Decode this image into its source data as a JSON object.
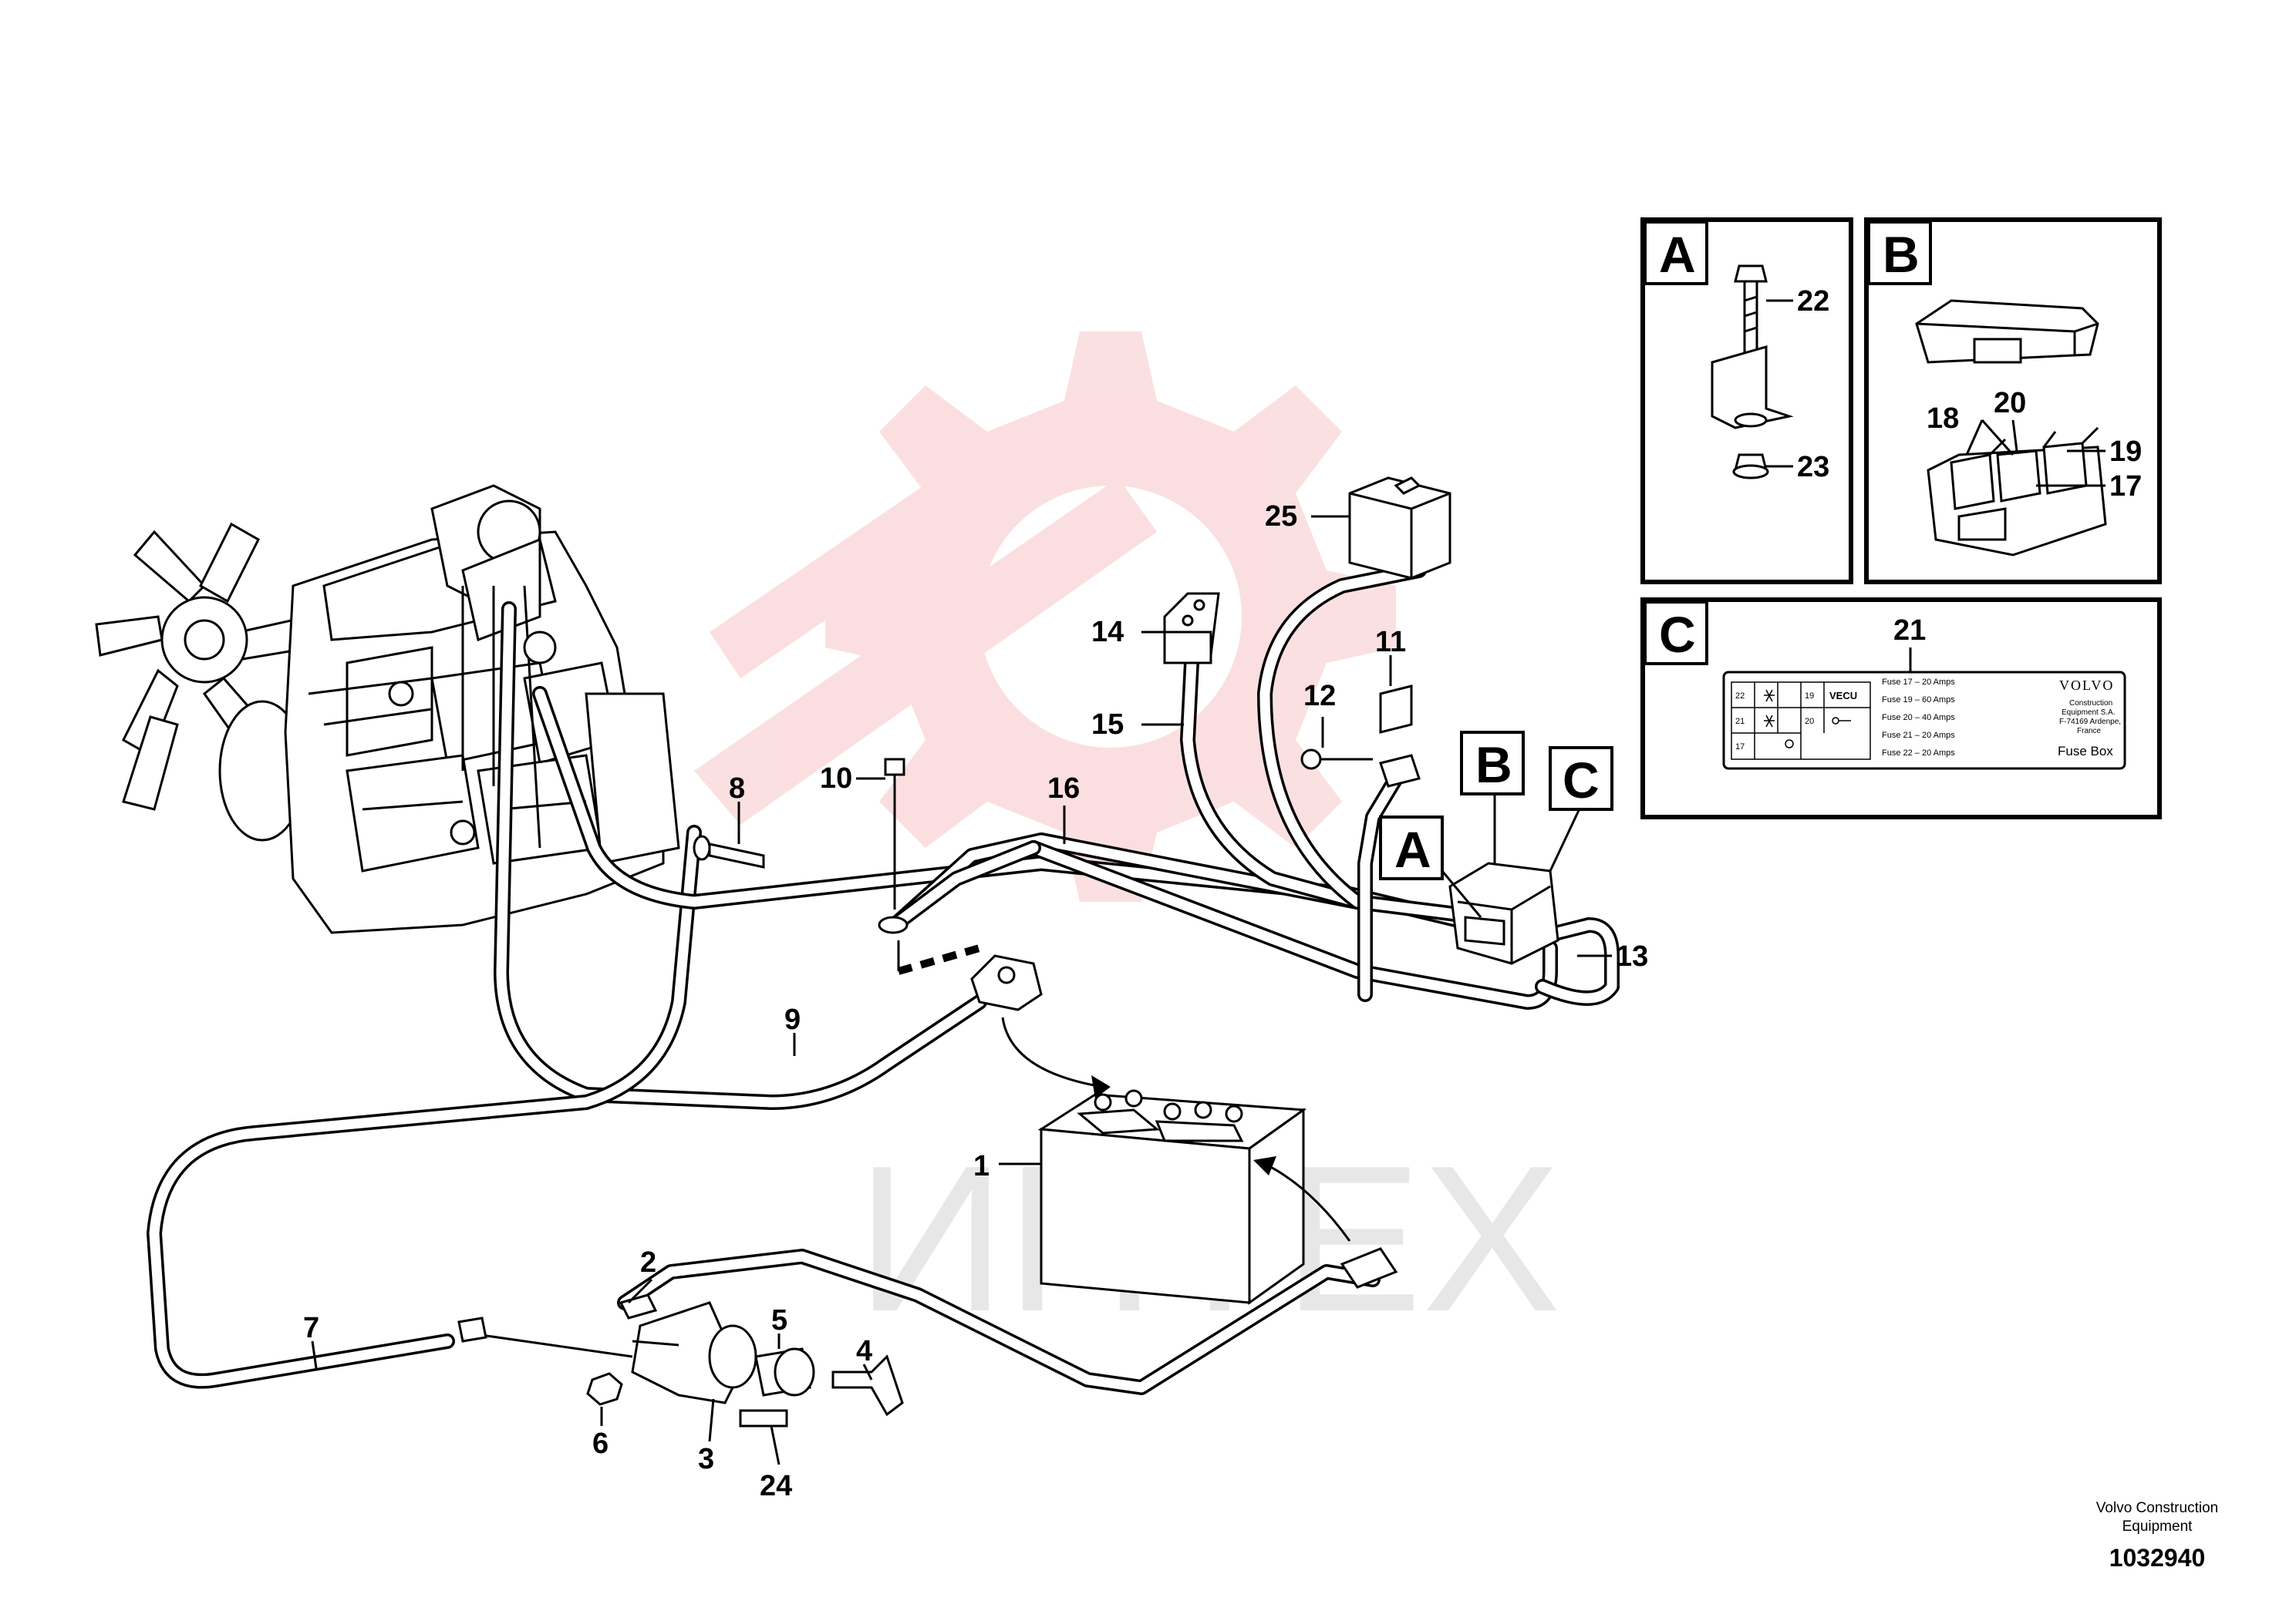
{
  "watermark": {
    "text": "ИНТЕХ",
    "color": "#e8232a"
  },
  "callouts": {
    "p1": "1",
    "p2": "2",
    "p3": "3",
    "p4": "4",
    "p5": "5",
    "p6": "6",
    "p7": "7",
    "p8": "8",
    "p9": "9",
    "p10": "10",
    "p11": "11",
    "p12": "12",
    "p13": "13",
    "p14": "14",
    "p15": "15",
    "p16": "16",
    "p17": "17",
    "p18": "18",
    "p19": "19",
    "p20": "20",
    "p21": "21",
    "p22": "22",
    "p23": "23",
    "p24": "24",
    "p25": "25"
  },
  "views": {
    "a": "A",
    "b": "B",
    "c": "C"
  },
  "fuse_label": {
    "cells": [
      "22",
      "19",
      "VECU",
      "21",
      "20",
      "17"
    ],
    "fuses": [
      "Fuse 17 – 20 Amps",
      "Fuse 19 – 60 Amps",
      "Fuse 20 – 40 Amps",
      "Fuse 21 – 20 Amps",
      "Fuse 22 – 20 Amps"
    ],
    "brand": "VOLVO",
    "company": [
      "Construction",
      "Equipment S.A.",
      "F-74169 Ardenpe,",
      "France"
    ],
    "title": "Fuse Box"
  },
  "footer": {
    "company_line1": "Volvo Construction",
    "company_line2": "Equipment",
    "drawing_number": "1032940"
  }
}
